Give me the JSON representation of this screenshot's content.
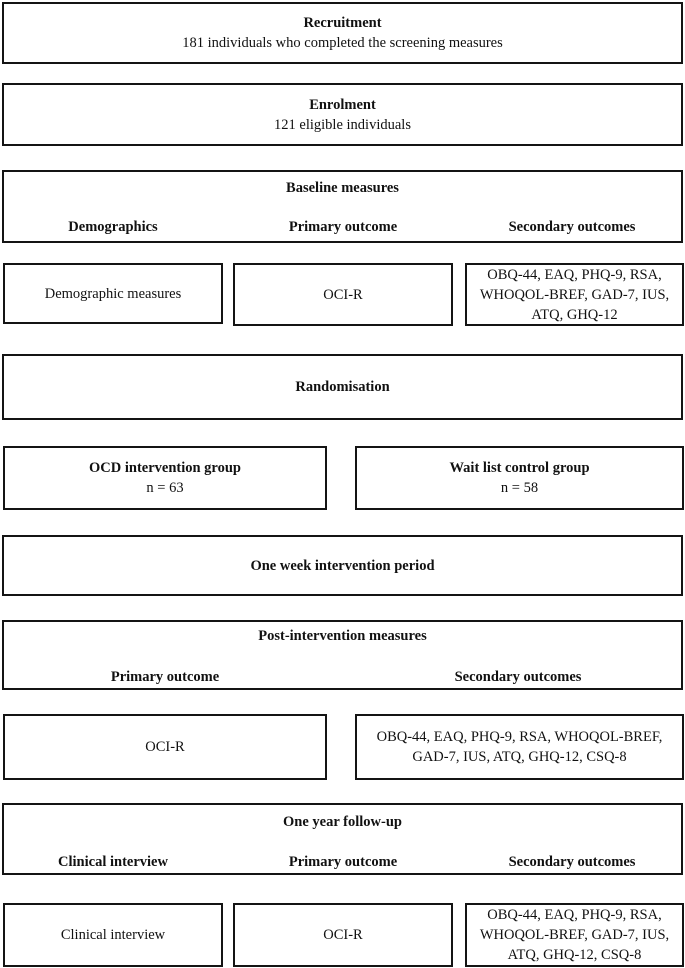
{
  "diagram": {
    "recruitment": {
      "title": "Recruitment",
      "detail": "181 individuals who completed the screening measures"
    },
    "enrolment": {
      "title": "Enrolment",
      "detail": "121 eligible individuals"
    },
    "baseline": {
      "title": "Baseline measures",
      "col_demographics": "Demographics",
      "col_primary": "Primary outcome",
      "col_secondary": "Secondary outcomes",
      "demographics_box": "Demographic measures",
      "primary_box": "OCI-R",
      "secondary_box": "OBQ-44, EAQ, PHQ-9, RSA,\nWHOQOL-BREF, GAD-7, IUS,\nATQ, GHQ-12"
    },
    "randomisation": {
      "title": "Randomisation"
    },
    "groups": {
      "intervention": {
        "title": "OCD intervention group",
        "n": "n = 63"
      },
      "control": {
        "title": "Wait list control group",
        "n": "n = 58"
      }
    },
    "intervention_period": {
      "title": "One week intervention period"
    },
    "post_intervention": {
      "title": "Post-intervention measures",
      "col_primary": "Primary outcome",
      "col_secondary": "Secondary outcomes",
      "primary_box": "OCI-R",
      "secondary_box": "OBQ-44, EAQ, PHQ-9, RSA, WHOQOL-BREF,\nGAD-7, IUS, ATQ, GHQ-12, CSQ-8"
    },
    "follow_up": {
      "title": "One year follow-up",
      "col_clinical": "Clinical interview",
      "col_primary": "Primary outcome",
      "col_secondary": "Secondary outcomes",
      "clinical_box": "Clinical interview",
      "primary_box": "OCI-R",
      "secondary_box": "OBQ-44, EAQ, PHQ-9, RSA,\nWHOQOL-BREF, GAD-7, IUS,\nATQ, GHQ-12, CSQ-8"
    }
  }
}
